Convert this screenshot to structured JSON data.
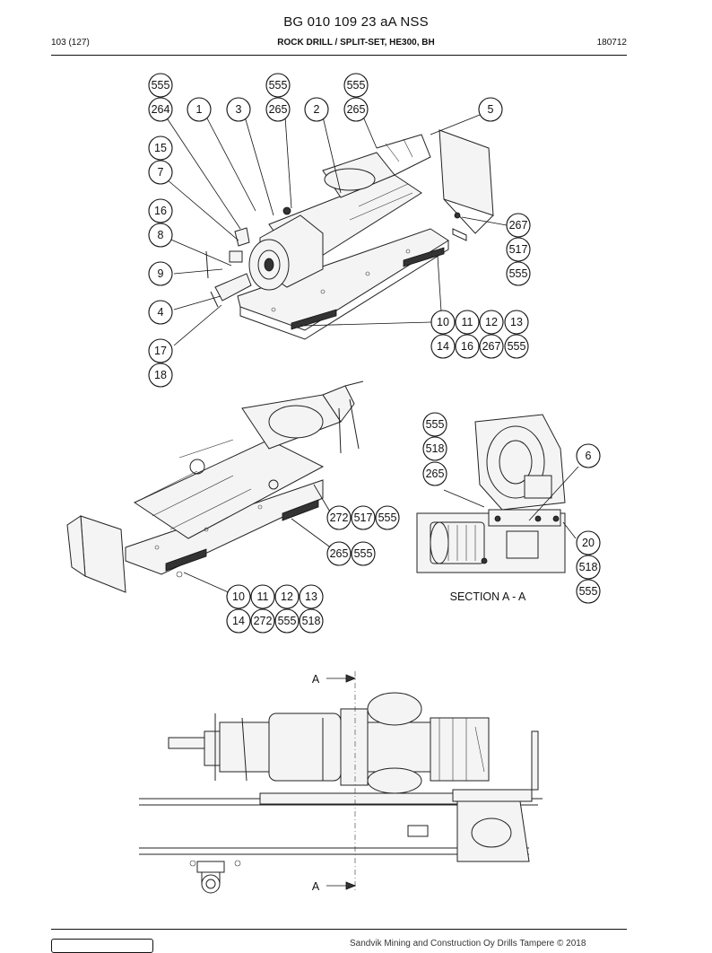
{
  "header": {
    "doc_title": "BG 010 109 23 aA NSS",
    "page": "103 (127)",
    "subtitle": "ROCK DRILL / SPLIT-SET, HE300, BH",
    "date_code": "180712"
  },
  "drawing": {
    "section_label": "SECTION A - A",
    "section_marker": "A"
  },
  "bubbles": {
    "b1": "555",
    "b2": "264",
    "b3": "1",
    "b4": "3",
    "b5": "555",
    "b6": "265",
    "b7": "2",
    "b8": "555",
    "b9": "265",
    "b10": "5",
    "b11": "15",
    "b12": "7",
    "b13": "16",
    "b14": "8",
    "b15": "9",
    "b16": "4",
    "b17": "17",
    "b18": "18",
    "b19": "267",
    "b20": "517",
    "b21": "555",
    "b22": "10",
    "b23": "11",
    "b24": "12",
    "b25": "13",
    "b26": "14",
    "b27": "16",
    "b28": "267",
    "b29": "555",
    "b30": "555",
    "b31": "518",
    "b32": "265",
    "b33": "6",
    "b34": "272",
    "b35": "517",
    "b36": "555",
    "b37": "265",
    "b38": "555",
    "b39": "20",
    "b40": "518",
    "b41": "555",
    "b42": "10",
    "b43": "11",
    "b44": "12",
    "b45": "13",
    "b46": "14",
    "b47": "272",
    "b48": "555",
    "b49": "518"
  },
  "footer": {
    "copyright": "Sandvik Mining and Construction Oy Drills Tampere © 2018"
  }
}
